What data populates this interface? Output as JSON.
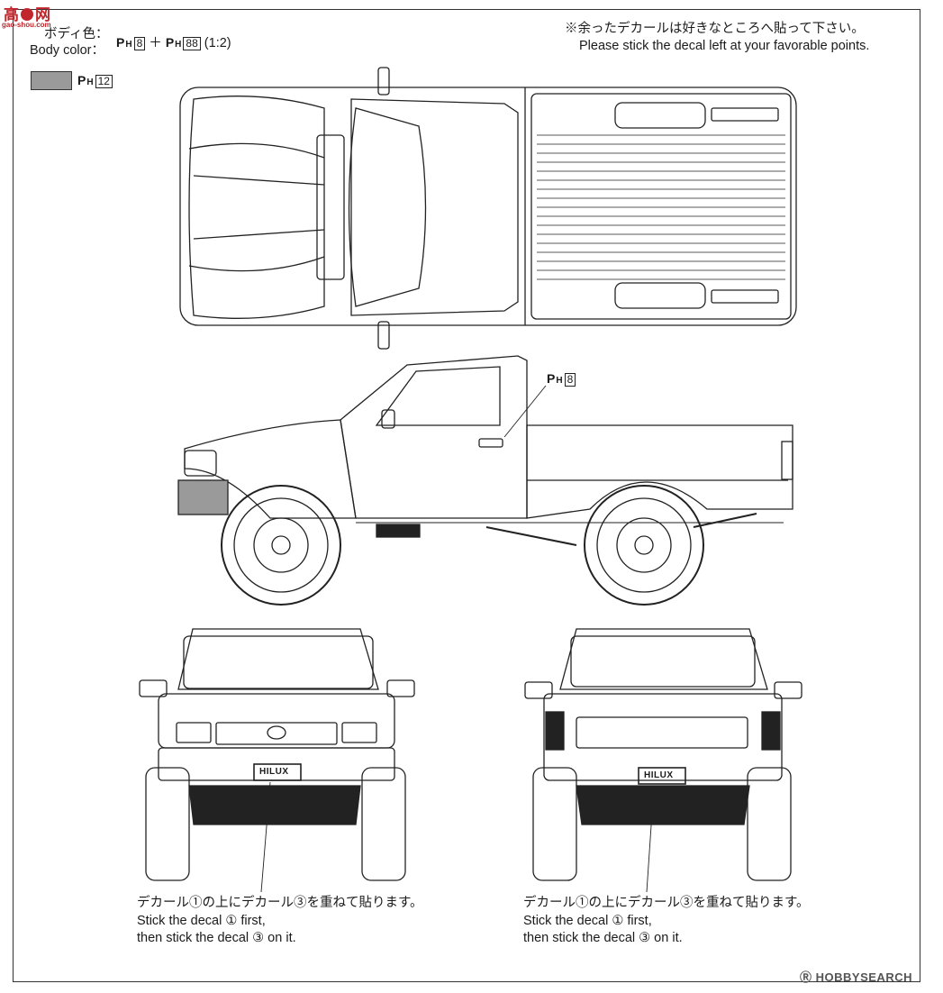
{
  "site_logo": {
    "glyph_1": "高",
    "glyph_2": "网",
    "url": "gao-shou.com"
  },
  "body_color": {
    "label_jp": "ボディ色：",
    "label_en": "Body color：",
    "paint_1": {
      "prefix": "P",
      "sub": "H",
      "num": "8"
    },
    "plus": "＋",
    "paint_2": {
      "prefix": "P",
      "sub": "H",
      "num": "88"
    },
    "ratio": "(1:2)"
  },
  "accent_paint": {
    "swatch_color": "#9a9a9a",
    "prefix": "P",
    "sub": "H",
    "num": "12"
  },
  "note_top": {
    "jp": "※余ったデカールは好きなところへ貼って下さい。",
    "en": "Please stick the decal left at your favorable points."
  },
  "side_callout": {
    "prefix": "P",
    "sub": "H",
    "num": "8"
  },
  "plates": {
    "front": "HILUX",
    "rear": "HILUX"
  },
  "instructions_front": {
    "jp": "デカール①の上にデカール③を重ねて貼ります。",
    "en1": "Stick the decal ① first,",
    "en2": "then stick the decal ③ on it."
  },
  "instructions_rear": {
    "jp": "デカール①の上にデカール③を重ねて貼ります。",
    "en1": "Stick the decal ① first,",
    "en2": "then stick the decal ③ on it."
  },
  "watermark": {
    "registered": "Ⓡ",
    "brand": "HOBBY",
    "suffix": "SEARCH"
  }
}
